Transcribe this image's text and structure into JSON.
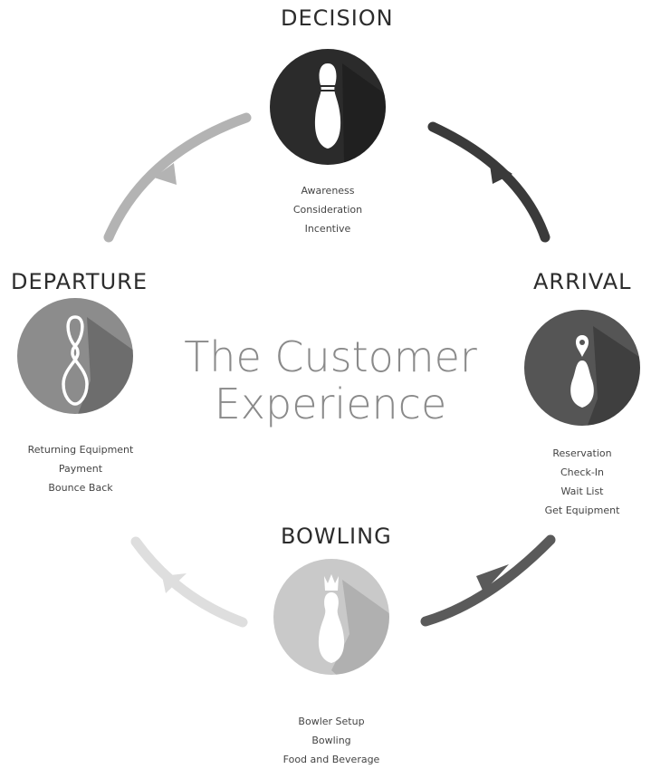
{
  "center": {
    "line1": "The Customer",
    "line2": "Experience"
  },
  "stages": {
    "decision": {
      "title": "DECISION",
      "items": [
        "Awareness",
        "Consideration",
        "Incentive"
      ],
      "color": "#2b2b2b"
    },
    "arrival": {
      "title": "ARRIVAL",
      "items": [
        "Reservation",
        "Check-In",
        "Wait List",
        "Get Equipment"
      ],
      "color": "#555555"
    },
    "bowling": {
      "title": "BOWLING",
      "items": [
        "Bowler Setup",
        "Bowling",
        "Food and Beverage"
      ],
      "color": "#c9c9c9"
    },
    "departure": {
      "title": "DEPARTURE",
      "items": [
        "Returning Equipment",
        "Payment",
        "Bounce Back"
      ],
      "color": "#8c8c8c"
    }
  },
  "arrows": {
    "decision_to_arrival": "#3a3a3a",
    "arrival_to_bowling": "#5a5a5a",
    "bowling_to_departure": "#dedede",
    "departure_to_decision": "#b3b3b3"
  },
  "icons": {
    "decision": "bowling-pin-icon",
    "arrival": "location-pin-icon",
    "bowling": "crowned-pin-icon",
    "departure": "figure-eight-icon"
  }
}
